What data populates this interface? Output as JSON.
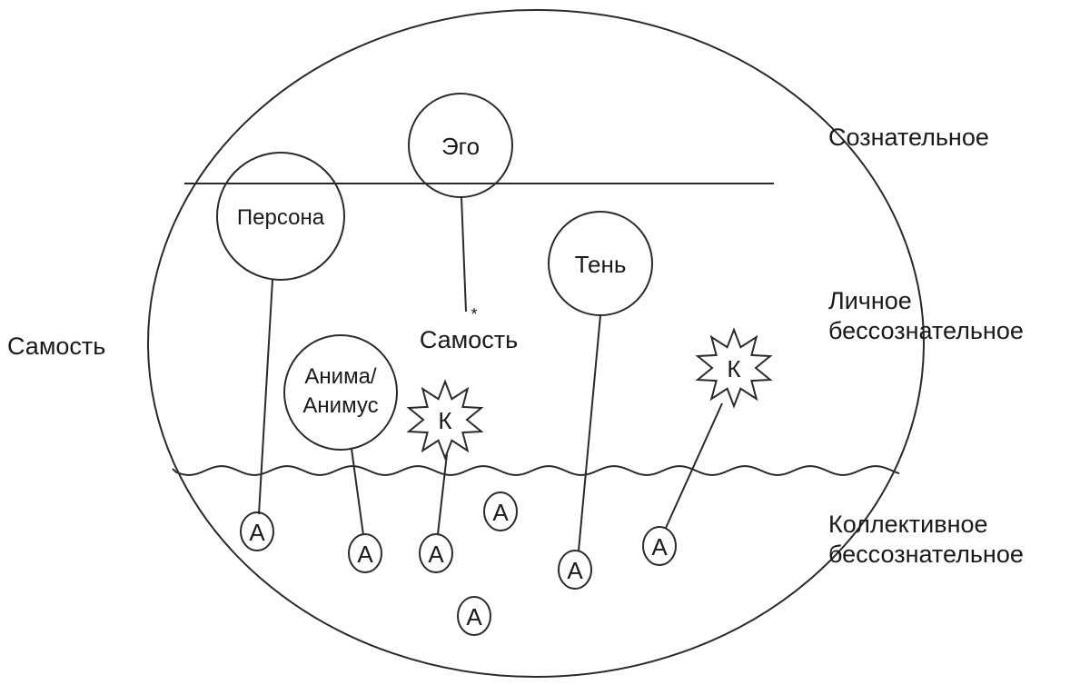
{
  "side_labels": {
    "self_left": "Самость",
    "conscious": "Сознательное",
    "personal_unconscious": [
      "Личное",
      "бессознательное"
    ],
    "collective_unconscious": [
      "Коллективное",
      "бессознательное"
    ]
  },
  "nodes": {
    "ego": "Эго",
    "persona": "Персона",
    "shadow": "Тень",
    "anima": [
      "Анима/",
      "Анимус"
    ],
    "self_center": "Самость",
    "self_asterisk": "*",
    "complex": "К",
    "archetype": "А"
  },
  "colors": {
    "stroke": "#2a2a2a",
    "text": "#1a1a1a"
  }
}
